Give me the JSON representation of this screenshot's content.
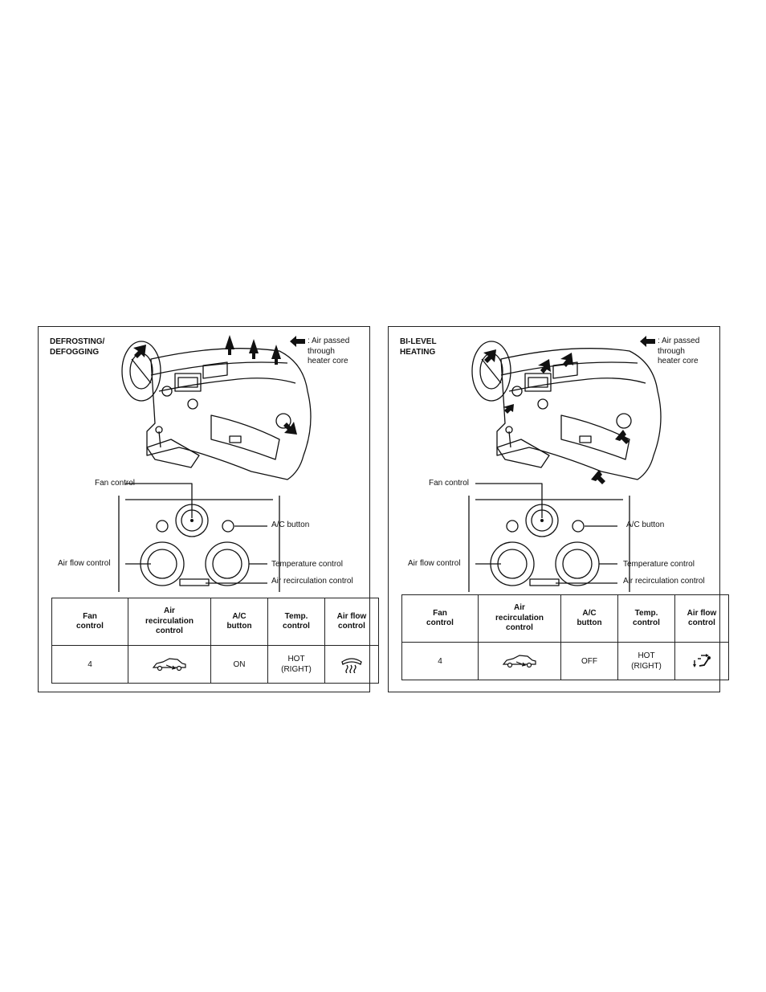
{
  "panels": [
    {
      "title": "DEFROSTING/\nDEFOGGING",
      "legend": ": Air passed\nthrough\nheater core",
      "labels": {
        "fan_control": "Fan control",
        "ac_button": "A/C button",
        "air_flow_control": "Air flow control",
        "temperature_control": "Temperature control",
        "air_recirculation_control": "Air recirculation control"
      },
      "table": {
        "headers": [
          "Fan\ncontrol",
          "Air\nrecirculation\ncontrol",
          "A/C\nbutton",
          "Temp.\ncontrol",
          "Air flow\ncontrol"
        ],
        "row": {
          "fan": "4",
          "recirculation_icon": "outside-air-icon",
          "ac": "ON",
          "temp": "HOT\n(RIGHT)",
          "airflow_icon": "defrost-icon"
        }
      }
    },
    {
      "title": "BI-LEVEL\nHEATING",
      "legend": ": Air passed\nthrough\nheater core",
      "labels": {
        "fan_control": "Fan control",
        "ac_button": "A/C button",
        "air_flow_control": "Air flow control",
        "temperature_control": "Temperature control",
        "air_recirculation_control": "Air recirculation control"
      },
      "table": {
        "headers": [
          "Fan\ncontrol",
          "Air\nrecirculation\ncontrol",
          "A/C\nbutton",
          "Temp.\ncontrol",
          "Air flow\ncontrol"
        ],
        "row": {
          "fan": "4",
          "recirculation_icon": "outside-air-icon",
          "ac": "OFF",
          "temp": "HOT\n(RIGHT)",
          "airflow_icon": "bi-level-vent-icon"
        }
      }
    }
  ]
}
